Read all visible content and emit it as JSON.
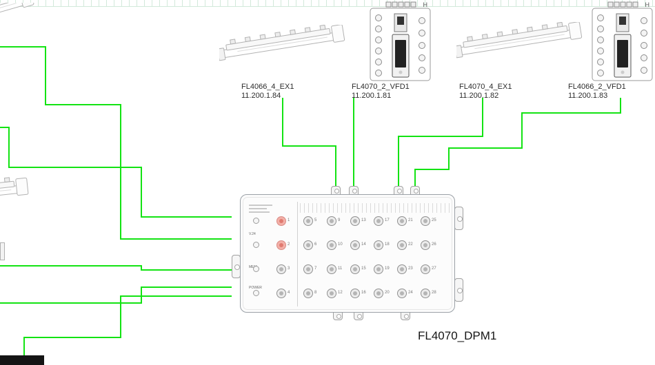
{
  "colors": {
    "connection_line": "#12e312",
    "grid_line": "#d2e9da",
    "highlight_port": "#f3b0a8"
  },
  "devices": [
    {
      "label": "FL4066_4_EX1",
      "ip": "11.200.1.84"
    },
    {
      "label": "FL4070_2_VFD1",
      "ip": "11.200.1.81"
    },
    {
      "label": "FL4070_4_EX1",
      "ip": "11.200.1.82"
    },
    {
      "label": "FL4066_2_VFD1",
      "ip": "11.200.1.83"
    }
  ],
  "switch": {
    "label": "FL4070_DPM1",
    "left_ports": [
      "1",
      "2",
      "3",
      "4"
    ],
    "highlighted_ports": [
      1,
      2
    ],
    "port_columns": [
      [
        5,
        6,
        7,
        8
      ],
      [
        9,
        10,
        11,
        12
      ],
      [
        13,
        14,
        15,
        16
      ],
      [
        17,
        18,
        19,
        20
      ],
      [
        21,
        22,
        23,
        24
      ],
      [
        25,
        26,
        27,
        28
      ]
    ],
    "panel_labels": {
      "serial": "V.24",
      "memory": "MEM",
      "power": "POWER"
    }
  },
  "drive_module_mark": "H"
}
